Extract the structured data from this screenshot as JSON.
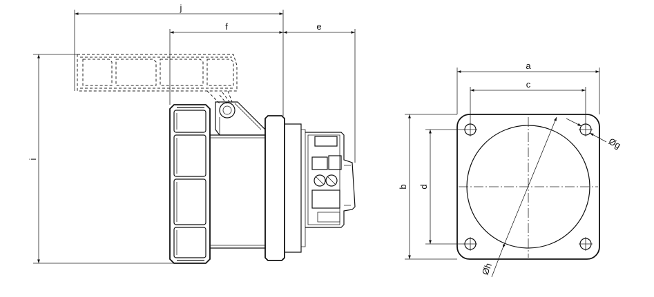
{
  "dimensions": {
    "j": "j",
    "f": "f",
    "e": "e",
    "i": "i",
    "a": "a",
    "c": "c",
    "b": "b",
    "d": "d",
    "g": "Øg",
    "h": "Øh"
  },
  "colors": {
    "line": "#111111",
    "background": "#ffffff"
  }
}
